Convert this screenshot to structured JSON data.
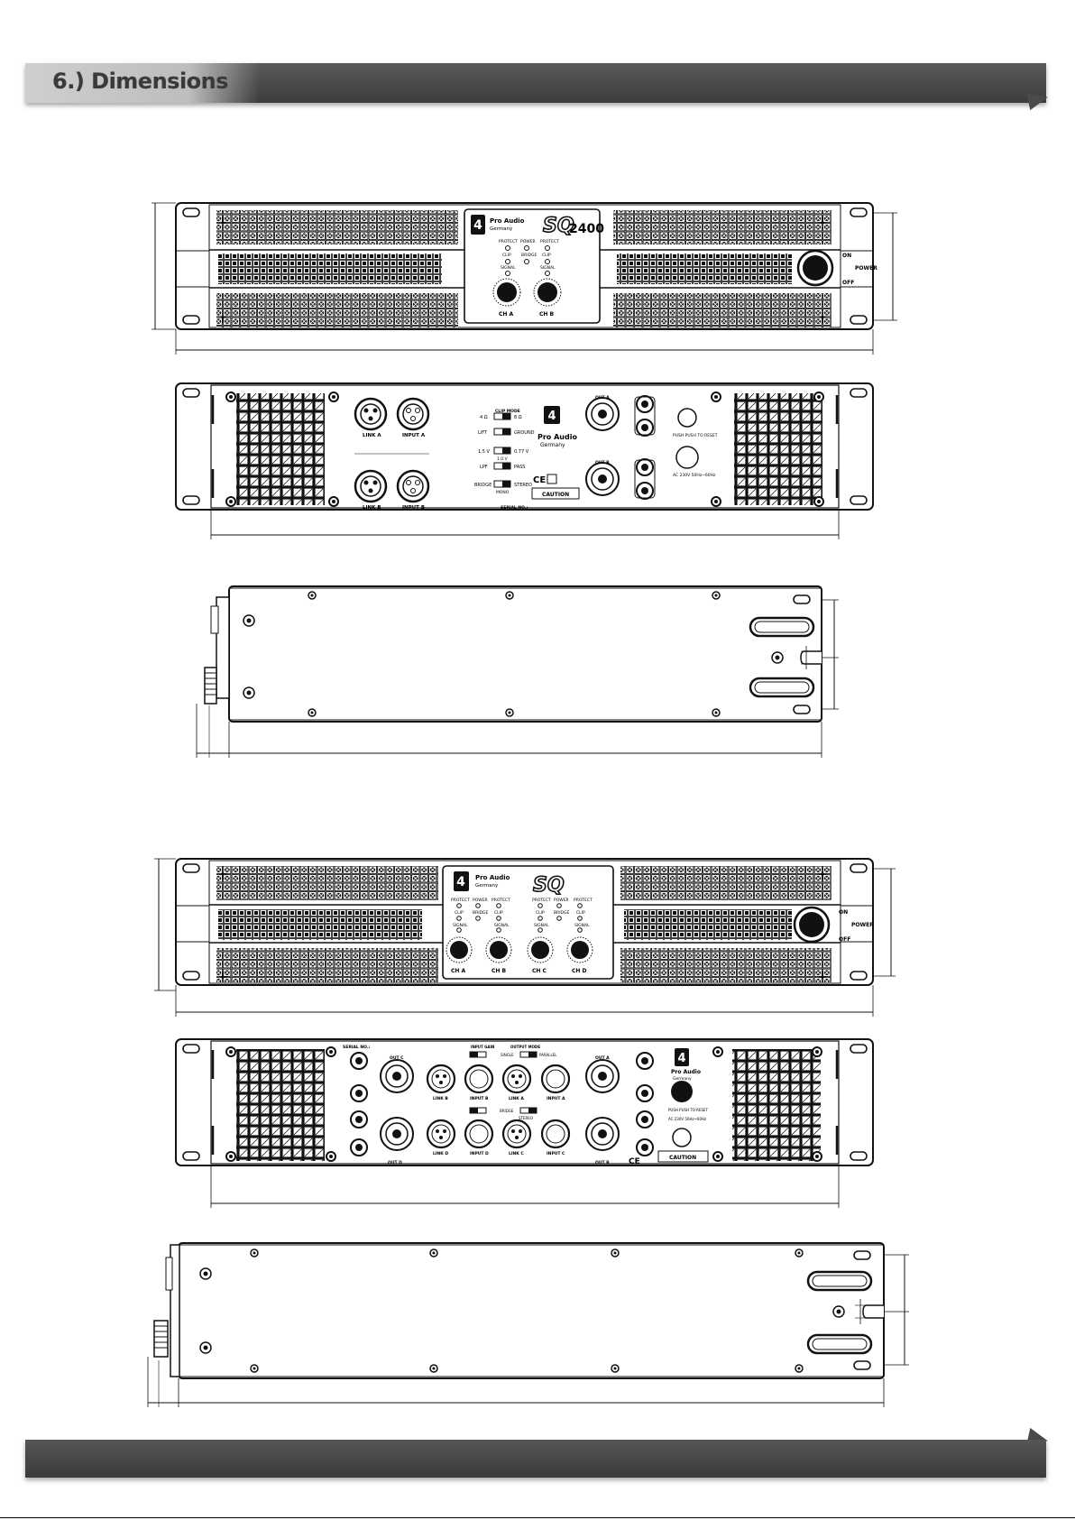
{
  "section": {
    "title": "6.) Dimensions"
  },
  "amp1": {
    "front": {
      "brand_line1": "Pro Audio",
      "brand_line2": "Germany",
      "model_logo": "SQ",
      "model_number": "2400",
      "led_protect_a": "PROTECT",
      "led_power": "POWER",
      "led_protect_b": "PROTECT",
      "led_clip_a": "CLIP",
      "led_bridge": "BRIDGE",
      "led_clip_b": "CLIP",
      "led_signal_a": "SIGNAL",
      "led_signal_b": "SIGNAL",
      "knob_a": "CH A",
      "knob_b": "CH B",
      "switch_on": "ON",
      "switch_power": "POWER",
      "switch_off": "OFF"
    },
    "rear": {
      "link_a": "LINK A",
      "input_a": "INPUT A",
      "link_b": "LINK B",
      "input_b": "INPUT B",
      "clip_mode": "CLIP MODE",
      "sw1_left": "4 Ω",
      "sw1_right": "8 Ω",
      "sw2_left": "LIFT",
      "sw2_right": "GROUND",
      "sw3_left": "1.5 V",
      "sw3_right": "0.77 V",
      "sw3_sub": "1.0 V",
      "sw4_left": "LPF",
      "sw4_right": "PASS",
      "sw5_left": "BRIDGE",
      "sw5_right": "STEREO",
      "sw5_sub": "MONO",
      "serial": "SERIAL NO.:",
      "brand_line1": "Pro Audio",
      "brand_line2": "Germany",
      "caution": "CAUTION",
      "out_a": "OUT A",
      "out_b": "OUT B",
      "push_reset": "PUSH PUSH TO RESET",
      "mains": "AC 230V 50Hz~60Hz"
    }
  },
  "amp2": {
    "front": {
      "brand_line1": "Pro Audio",
      "brand_line2": "Germany",
      "model_logo": "SQ",
      "led_protect": "PROTECT",
      "led_power": "POWER",
      "led_clip": "CLIP",
      "led_bridge": "BRIDGE",
      "led_signal": "SIGNAL",
      "knob_a": "CH A",
      "knob_b": "CH B",
      "knob_c": "CH C",
      "knob_d": "CH D",
      "switch_on": "ON",
      "switch_power": "POWER",
      "switch_off": "OFF"
    },
    "rear": {
      "serial": "SERIAL NO.:",
      "out_c": "OUT C",
      "out_d": "OUT D",
      "out_a": "OUT A",
      "out_b": "OUT B",
      "link_a": "LINK A",
      "link_b": "LINK B",
      "link_c": "LINK C",
      "link_d": "LINK D",
      "input_a": "INPUT A",
      "input_b": "INPUT B",
      "input_c": "INPUT C",
      "input_d": "INPUT D",
      "input_gain": "INPUT GAIN",
      "output_mode": "OUTPUT MODE",
      "single": "SINGLE",
      "parallel": "PARALLEL",
      "bridge": "BRIDGE",
      "stereo": "STEREO",
      "brand_line1": "Pro Audio",
      "brand_line2": "Germany",
      "push_reset": "PUSH PUSH TO RESET",
      "mains": "AC 230V 50Hz~60Hz",
      "caution": "CAUTION"
    }
  }
}
